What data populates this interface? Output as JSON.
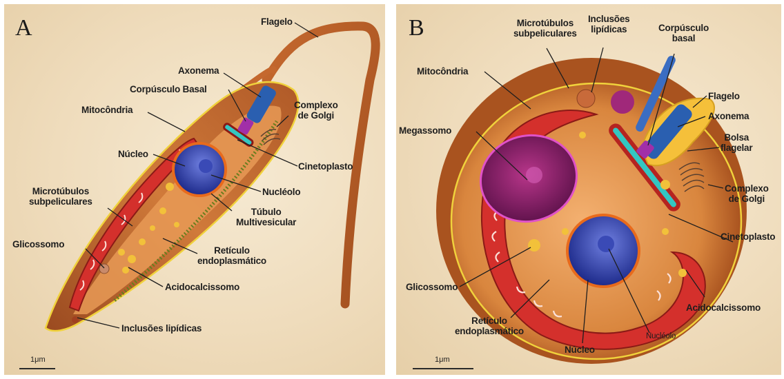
{
  "panel_a": {
    "letter": "A",
    "labels": {
      "flagelo": "Flagelo",
      "axonema": "Axonema",
      "corpusculo_basal": "Corpúsculo Basal",
      "complexo_golgi": "Complexo\nde Golgi",
      "mitocondria": "Mitocôndria",
      "nucleo": "Núcleo",
      "cinetoplasto": "Cinetoplasto",
      "nucleolo": "Nucléolo",
      "microtubulos": "Microtúbulos\nsubpeliculares",
      "tubulo": "Túbulo\nMultivesicular",
      "glicossomo": "Glicossomo",
      "reticulo": "Retículo\nendoplasmático",
      "acidocalcissomo": "Acidocalcissomo",
      "inclusoes": "Inclusões lipídicas"
    },
    "scale": "1μm"
  },
  "panel_b": {
    "letter": "B",
    "labels": {
      "microtubulos": "Microtúbulos\nsubpeliculares",
      "inclusoes": "Inclusões\nlipídicas",
      "corpusculo": "Corpúsculo\nbasal",
      "mitocondria": "Mitocôndria",
      "flagelo": "Flagelo",
      "axonema": "Axonema",
      "megassomo": "Megassomo",
      "bolsa": "Bolsa\nflagelar",
      "complexo_golgi": "Complexo\nde Golgi",
      "cinetoplasto": "Cinetoplasto",
      "glicossomo": "Glicossomo",
      "acidocalcissomo": "Acidocalcissomo",
      "reticulo": "Retículo\nendoplasmático",
      "nucleolo": "Nucléolo",
      "nucleo": "Núcleo"
    },
    "scale": "1μm"
  }
}
